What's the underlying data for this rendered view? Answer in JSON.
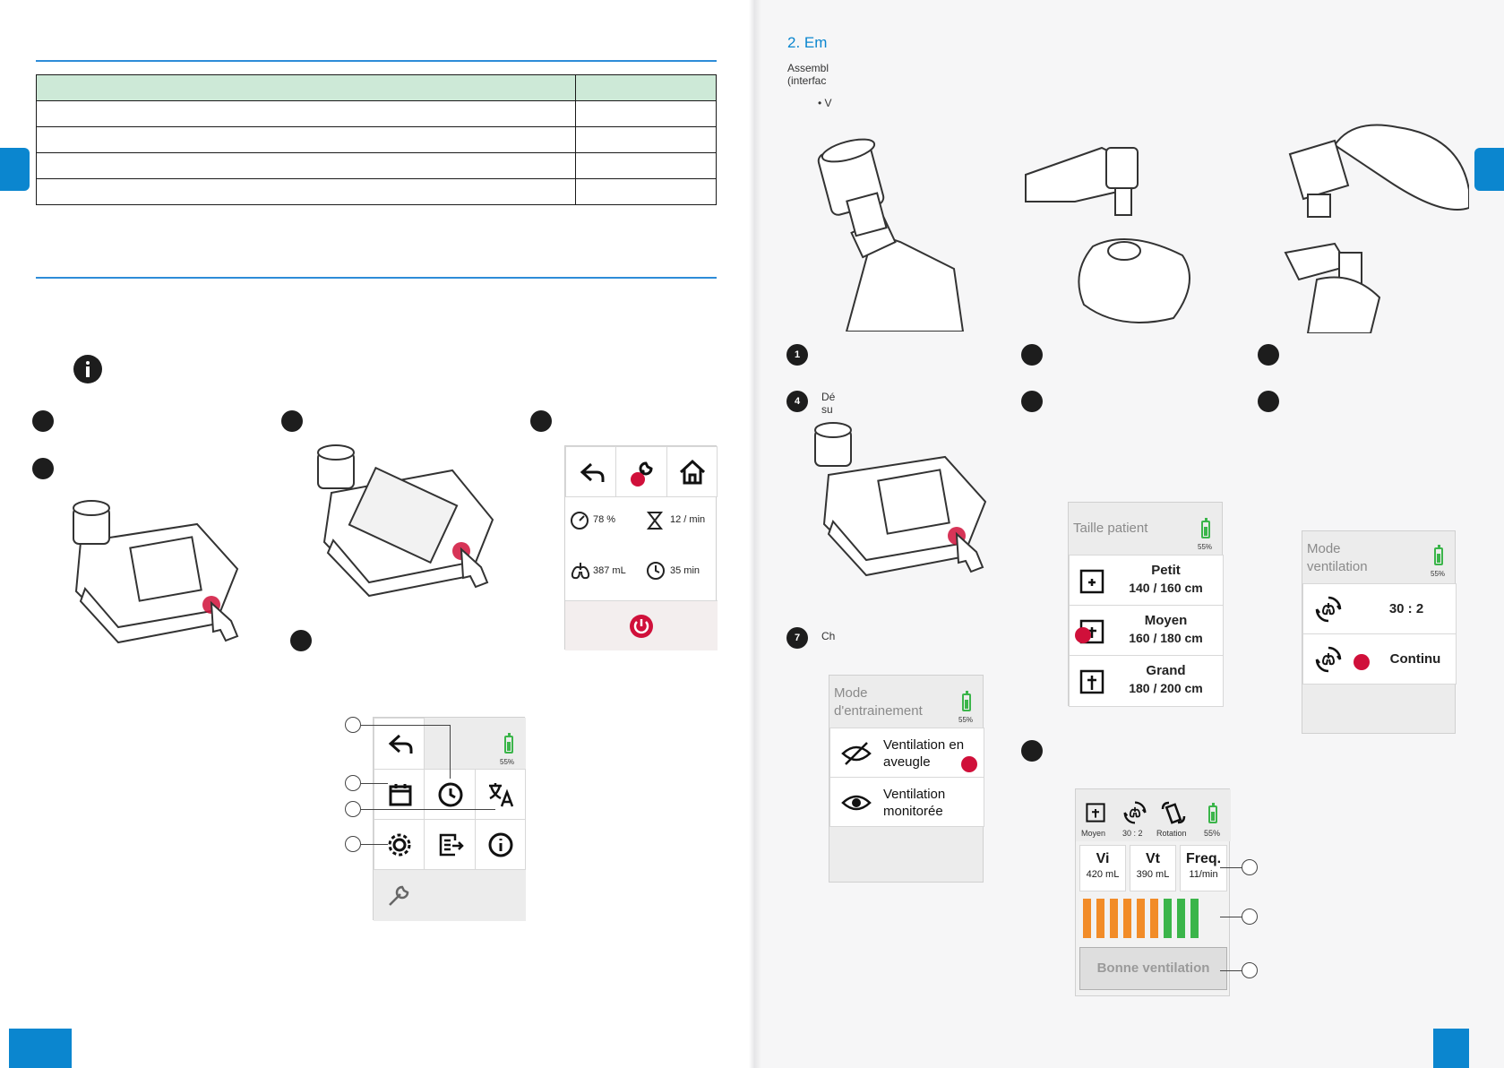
{
  "section_title": "2.  Em",
  "intro_text": [
    "Assembl",
    "(interfac"
  ],
  "bullet_text": "V",
  "step_labels": {
    "step4": [
      "Dé",
      "su"
    ],
    "step7": "Ch"
  },
  "info_icon": "info-icon",
  "settings_screen": {
    "battery": "55%"
  },
  "control_screen": {
    "o2": "78 %",
    "rate": "12 / min",
    "volume": "387 mL",
    "time": "35 min"
  },
  "training_mode_screen": {
    "title": [
      "Mode",
      "d'entrainement"
    ],
    "battery": "55%",
    "options": [
      {
        "label": [
          "Ventilation en",
          "aveugle"
        ],
        "icon": "eye-slash-icon"
      },
      {
        "label": [
          "Ventilation",
          "monitorée"
        ],
        "icon": "eye-icon"
      }
    ]
  },
  "patient_size_screen": {
    "title": "Taille patient",
    "battery": "55%",
    "options": [
      {
        "name": "Petit",
        "range": "140 / 160 cm"
      },
      {
        "name": "Moyen",
        "range": "160 / 180 cm"
      },
      {
        "name": "Grand",
        "range": "180 / 200 cm"
      }
    ]
  },
  "ventilation_mode_screen": {
    "title": [
      "Mode",
      "ventilation"
    ],
    "battery": "55%",
    "options": [
      "30 : 2",
      "Continu"
    ]
  },
  "feedback_screen": {
    "status_items": [
      {
        "label": "Moyen",
        "icon": "patient-size-icon"
      },
      {
        "label": "30 : 2",
        "icon": "lung-cycle-icon"
      },
      {
        "label": "Rotation",
        "icon": "rotation-icon"
      },
      {
        "label": "55%",
        "icon": "battery-icon"
      }
    ],
    "metrics": [
      {
        "name": "Vi",
        "value": "420 mL"
      },
      {
        "name": "Vt",
        "value": "390 mL"
      },
      {
        "name": "Freq.",
        "value": "11/min"
      }
    ],
    "bars": {
      "orange": 6,
      "green": 3
    },
    "status": "Bonne ventilation"
  },
  "colors": {
    "accent_blue": "#0b86cf",
    "table_header": "#cde9d7",
    "touch_red": "#d0103a",
    "battery_green": "#3bb54a",
    "bar_orange": "#f28c28",
    "bar_green": "#3bb54a"
  }
}
